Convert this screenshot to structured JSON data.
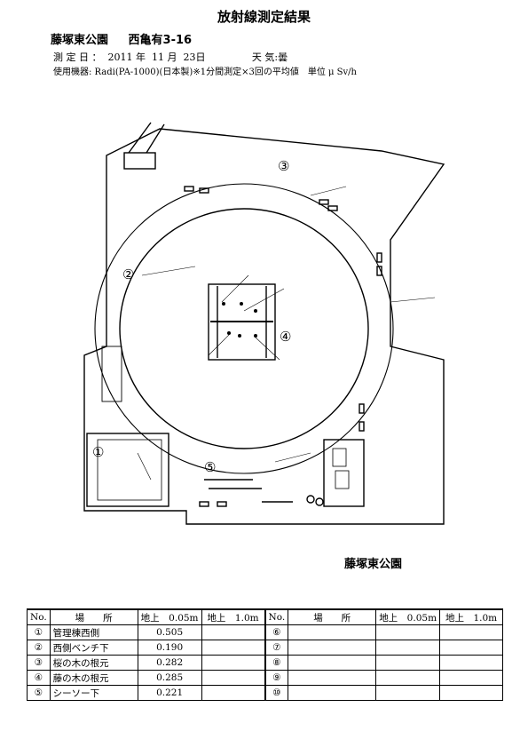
{
  "title": "放射線測定結果",
  "park": {
    "name": "藤塚東公園",
    "address": "西亀有3-16"
  },
  "date_line": {
    "label": "測 定 日 ：",
    "value": "2011 年  11 月  23日",
    "weather_label": "天 気:",
    "weather": "曇"
  },
  "device_line": "使用機器: Radi(PA-1000)(日本製)※1分間測定×3回の平均値　単位 μ Sv/h",
  "map": {
    "label": "藤塚東公園",
    "markers": [
      "①",
      "②",
      "③",
      "④",
      "⑤"
    ]
  },
  "table": {
    "headers": [
      "No.",
      "場　　所",
      "地上　0.05m",
      "地上　1.0m",
      "No.",
      "場　　所",
      "地上　0.05m",
      "地上　1.0m"
    ],
    "left_rows": [
      {
        "no": "①",
        "place": "管理棟西側",
        "v005": "0.505",
        "v10": ""
      },
      {
        "no": "②",
        "place": "西側ベンチ下",
        "v005": "0.190",
        "v10": ""
      },
      {
        "no": "③",
        "place": "桜の木の根元",
        "v005": "0.282",
        "v10": ""
      },
      {
        "no": "④",
        "place": "藤の木の根元",
        "v005": "0.285",
        "v10": ""
      },
      {
        "no": "⑤",
        "place": "シーソー下",
        "v005": "0.221",
        "v10": ""
      }
    ],
    "right_rows": [
      {
        "no": "⑥",
        "place": "",
        "v005": "",
        "v10": ""
      },
      {
        "no": "⑦",
        "place": "",
        "v005": "",
        "v10": ""
      },
      {
        "no": "⑧",
        "place": "",
        "v005": "",
        "v10": ""
      },
      {
        "no": "⑨",
        "place": "",
        "v005": "",
        "v10": ""
      },
      {
        "no": "⑩",
        "place": "",
        "v005": "",
        "v10": ""
      }
    ]
  }
}
